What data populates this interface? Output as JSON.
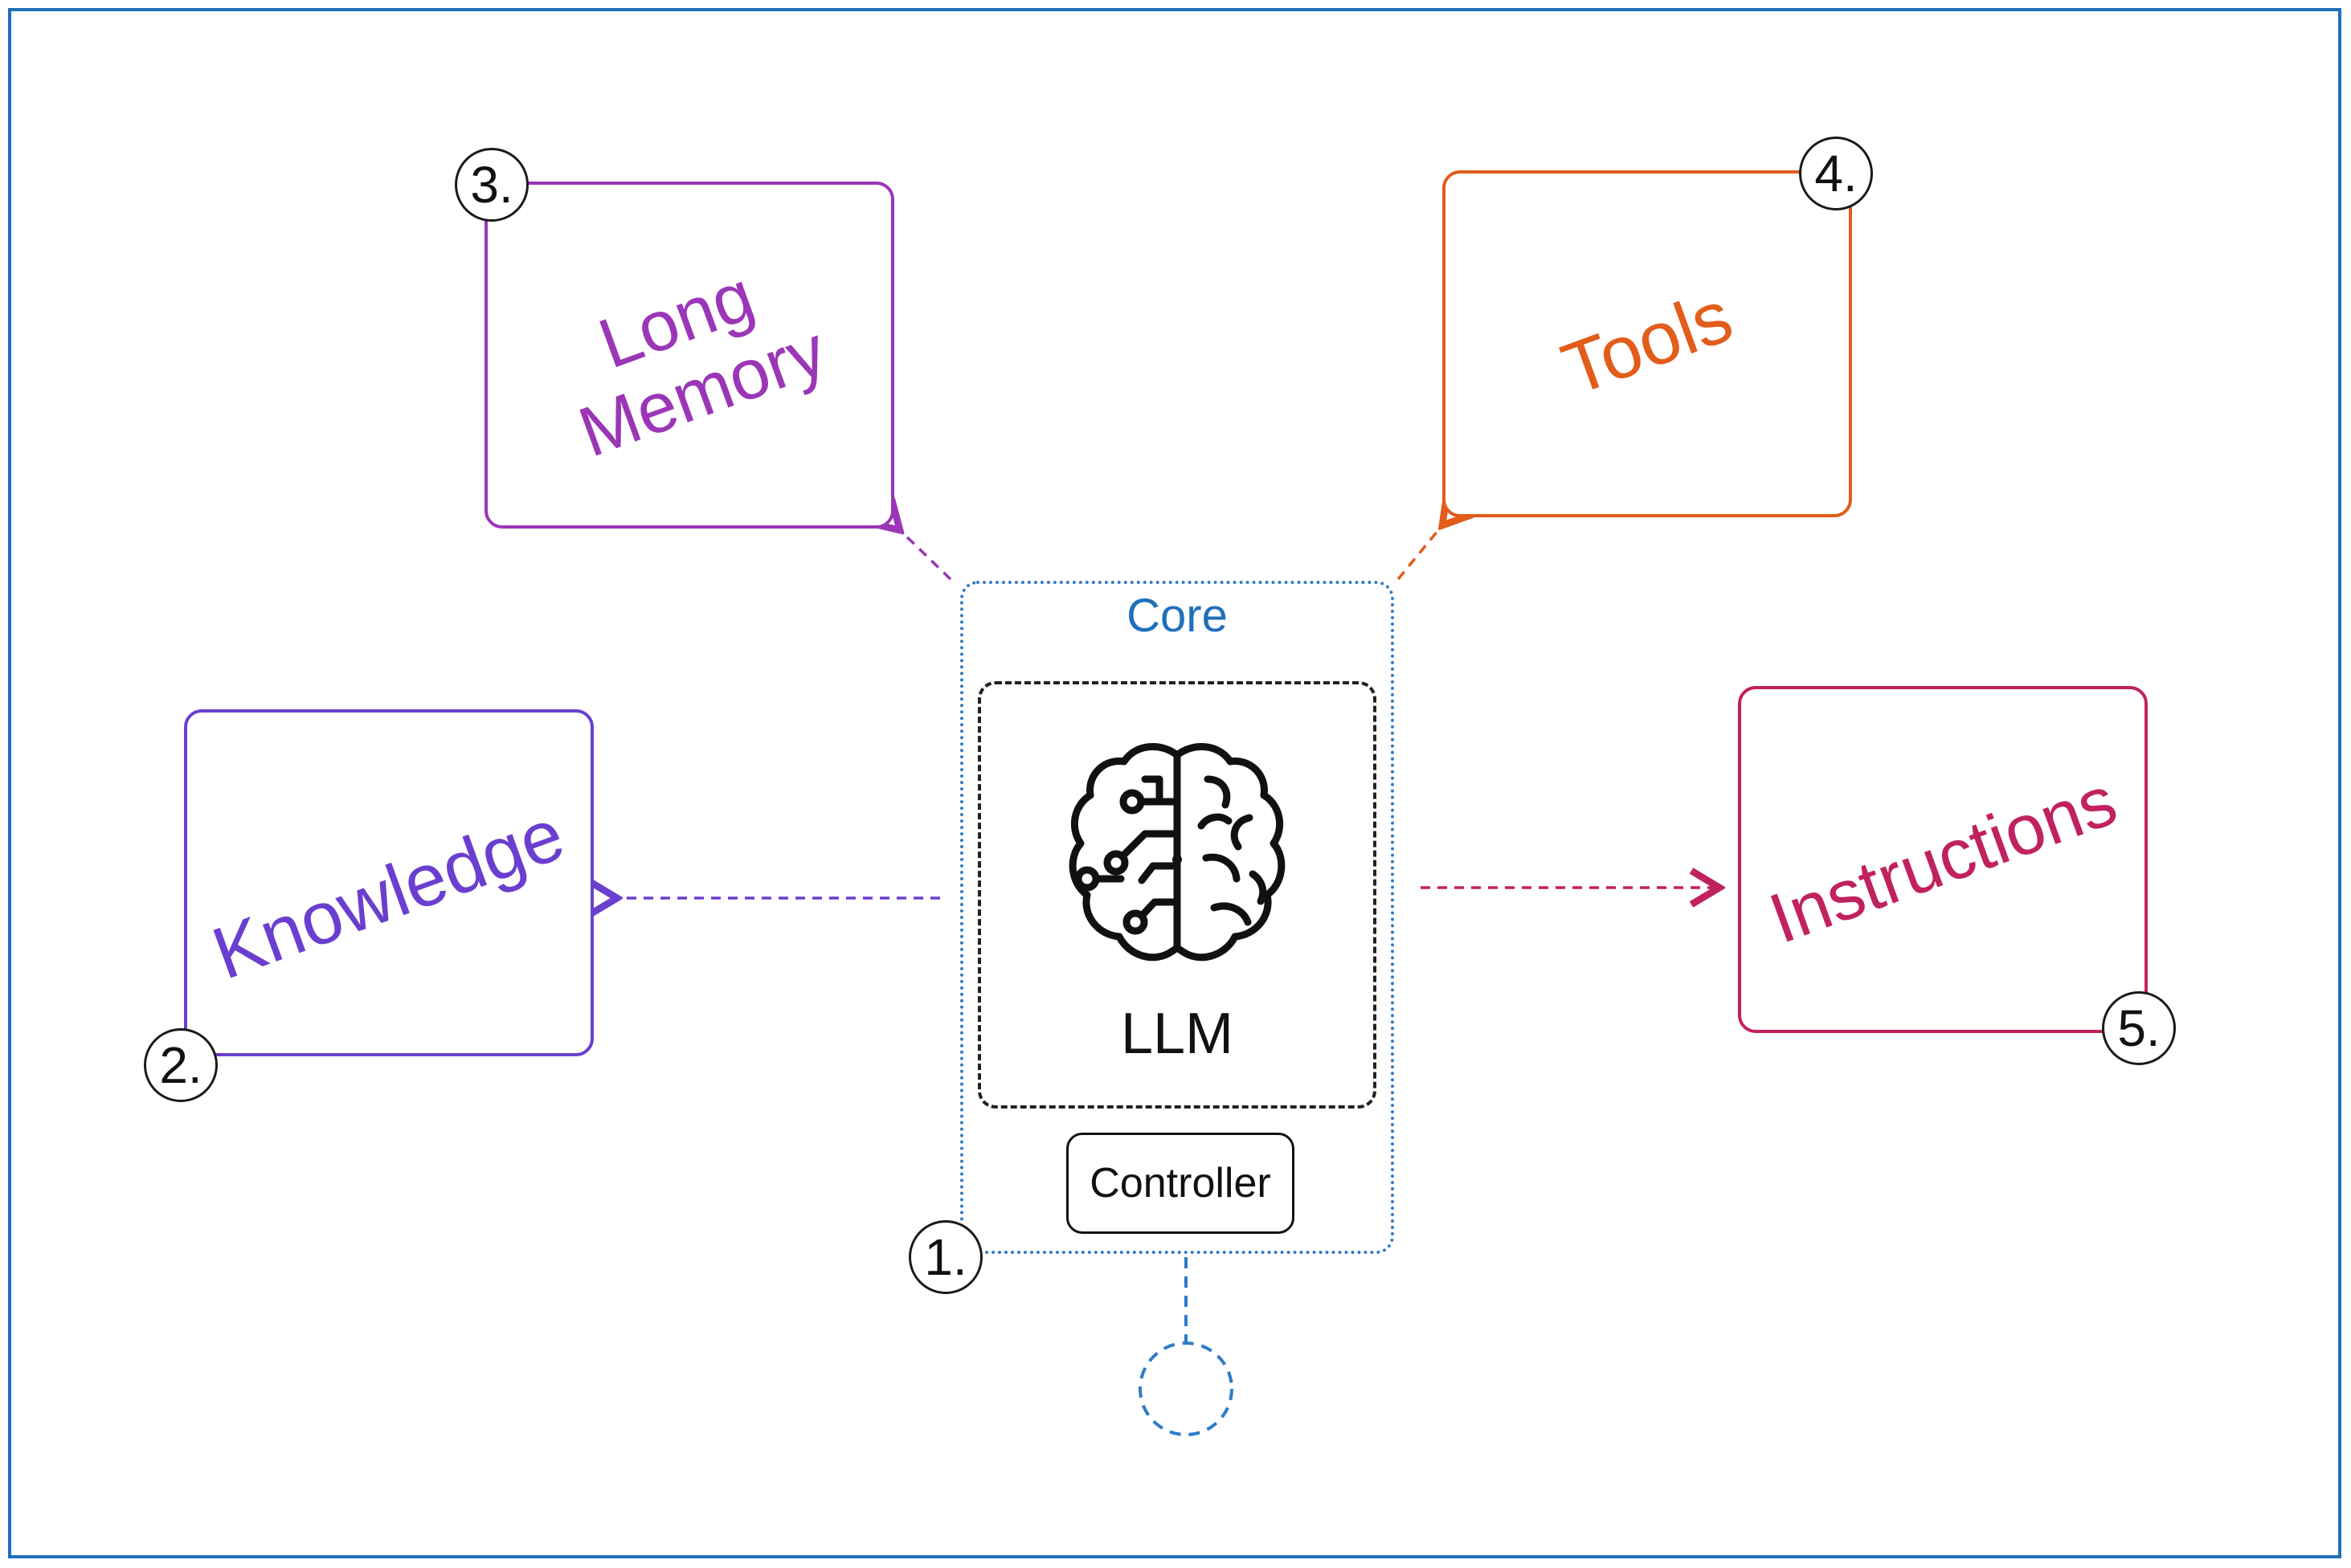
{
  "core": {
    "title": "Core",
    "llm_label": "LLM",
    "controller_label": "Controller",
    "badge": "1."
  },
  "components": {
    "knowledge": {
      "label": "Knowledge",
      "badge": "2.",
      "color": "#6a3fcf"
    },
    "long_memory": {
      "label": "Long\nMemory",
      "badge": "3.",
      "color": "#9b36b7"
    },
    "tools": {
      "label": "Tools",
      "badge": "4.",
      "color": "#e25c1b"
    },
    "instructions": {
      "label": "Instructions",
      "badge": "5.",
      "color": "#c0215f"
    }
  },
  "colors": {
    "frame": "#1f6fba",
    "core": "#2f7cc8"
  },
  "icons": {
    "llm": "brain-circuit-icon"
  }
}
